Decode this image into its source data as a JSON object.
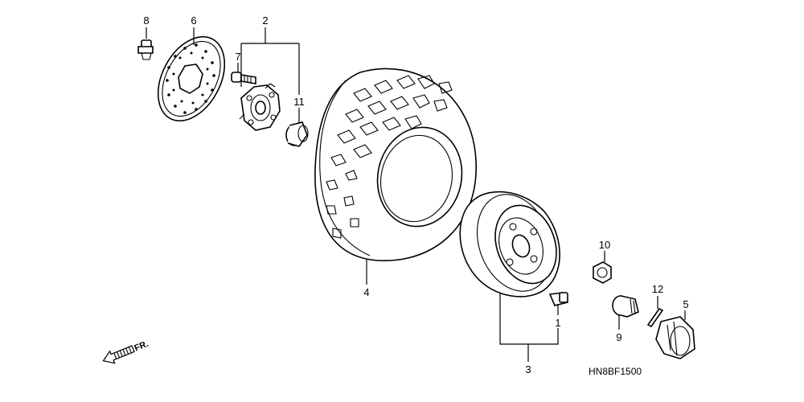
{
  "callouts": [
    {
      "id": "c1",
      "label": "1"
    },
    {
      "id": "c2",
      "label": "2"
    },
    {
      "id": "c3",
      "label": "3"
    },
    {
      "id": "c4",
      "label": "4"
    },
    {
      "id": "c5",
      "label": "5"
    },
    {
      "id": "c6",
      "label": "6"
    },
    {
      "id": "c7",
      "label": "7"
    },
    {
      "id": "c8",
      "label": "8"
    },
    {
      "id": "c9",
      "label": "9"
    },
    {
      "id": "c10",
      "label": "10"
    },
    {
      "id": "c11",
      "label": "11"
    },
    {
      "id": "c12",
      "label": "12"
    }
  ],
  "diagram_code": "HN8BF1500",
  "direction_label": "FR.",
  "parts": [
    "bolt-8",
    "brake-disc-6",
    "hub-2",
    "stud-7",
    "collar-11",
    "tire-4",
    "rim-3",
    "valve-1",
    "nut-10",
    "cap-9",
    "pin-12",
    "nut-5"
  ]
}
